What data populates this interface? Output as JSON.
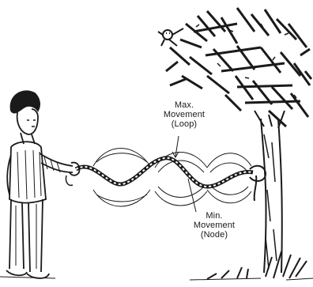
{
  "labels": {
    "max_movement": {
      "line1": "Max.",
      "line2": "Movement",
      "line3": "(Loop)"
    },
    "min_movement": {
      "line1": "Min.",
      "line2": "Movement",
      "line3": "(Node)"
    }
  },
  "colors": {
    "ink": "#1a1a1a",
    "paper": "#ffffff"
  }
}
